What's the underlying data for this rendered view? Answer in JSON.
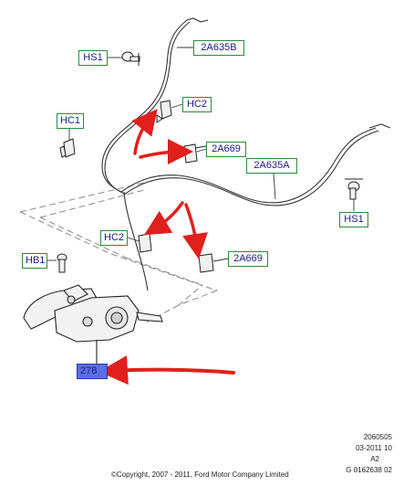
{
  "callouts": {
    "hs1_top": "HS1",
    "a635b": "2A635B",
    "hc2_top": "HC2",
    "hc1": "HC1",
    "a669_top": "2A669",
    "a635a": "2A635A",
    "hs1_right": "HS1",
    "hc2_bottom": "HC2",
    "hb1": "HB1",
    "a669_bottom": "2A669",
    "part_278": "278"
  },
  "meta": {
    "line1": "2060505",
    "line2": "03-2011 10",
    "line3": "A2",
    "line4": "G 0162638 02"
  },
  "copyright": "©Copyright, 2007 - 2011, Ford Motor Company Limited",
  "colors": {
    "callout_border": "#2e8b3a",
    "callout_text": "#1a1a8c",
    "highlight_fill": "#5a6ee0",
    "arrow_red": "#e0201c",
    "line": "#333333"
  }
}
